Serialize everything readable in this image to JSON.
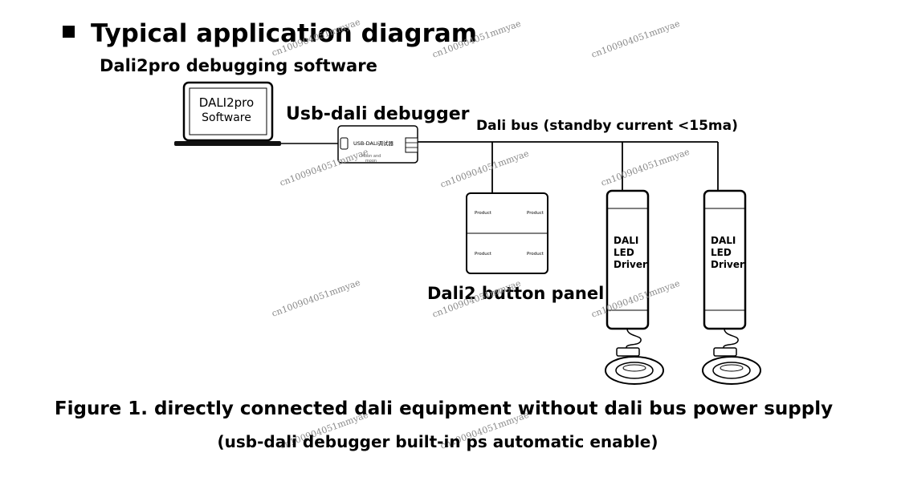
{
  "heading": "Typical application diagram",
  "software_label": "Dali2pro debugging software",
  "laptop_screen": {
    "line1": "DALI2pro",
    "line2": "Software"
  },
  "debugger_label": "Usb-dali debugger",
  "debugger_device": {
    "top_text": "USB-DALI调试器",
    "sub_line1": "Moon and",
    "sub_line2": "moon"
  },
  "bus_label": "Dali bus (standby current <15ma)",
  "button_panel": {
    "label": "Dali2 button panel",
    "buttons": [
      "Product",
      "Product",
      "Product",
      "Product"
    ]
  },
  "drivers": [
    {
      "line1": "DALI",
      "line2": "LED",
      "line3": "Driver"
    },
    {
      "line1": "DALI",
      "line2": "LED",
      "line3": "Driver"
    }
  ],
  "caption": "Figure 1. directly connected dali equipment without dali bus power supply",
  "subcaption": "(usb-dali debugger built-in ps automatic enable)",
  "watermark": "cn1009040​51mmyae"
}
